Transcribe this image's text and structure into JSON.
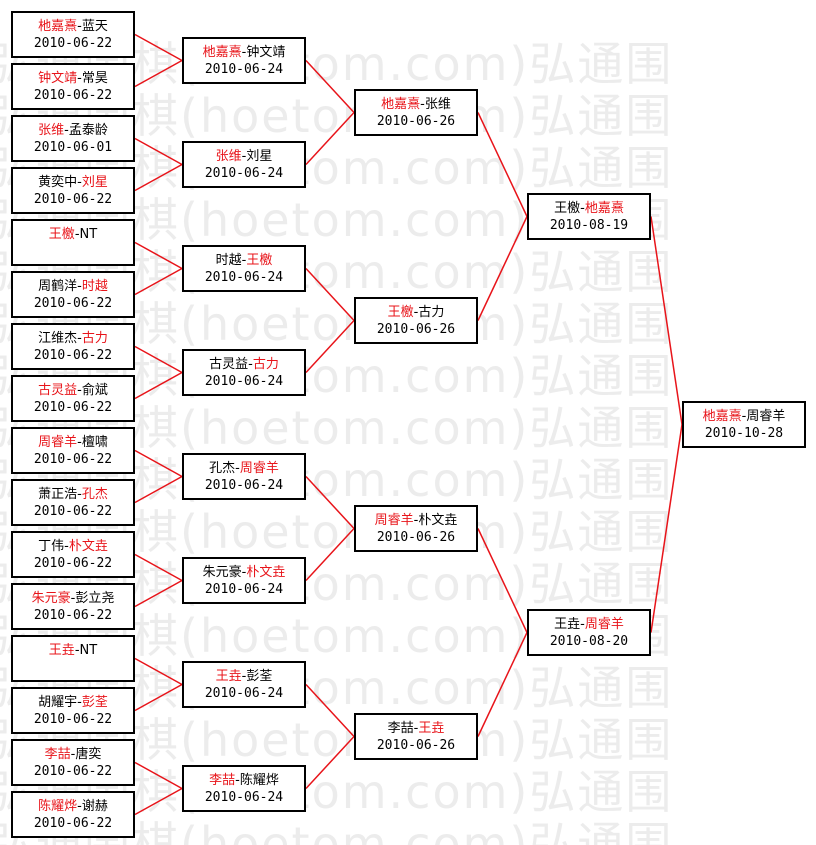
{
  "watermark_text": "弘通围棋(hoetom.com)弘通围",
  "connector_color": "#e8141a",
  "winner_color": "#e8141a",
  "rounds": [
    {
      "matches": [
        {
          "p1": "杝嘉熹",
          "p2": "蓝天",
          "winner": 1,
          "date": "2010-06-22"
        },
        {
          "p1": "钟文靖",
          "p2": "常昊",
          "winner": 1,
          "date": "2010-06-22"
        },
        {
          "p1": "张维",
          "p2": "孟泰龄",
          "winner": 1,
          "date": "2010-06-01"
        },
        {
          "p1": "黄奕中",
          "p2": "刘星",
          "winner": 2,
          "date": "2010-06-22"
        },
        {
          "p1": "王檄",
          "p2": "NT",
          "winner": 1,
          "date": ""
        },
        {
          "p1": "周鹤洋",
          "p2": "时越",
          "winner": 2,
          "date": "2010-06-22"
        },
        {
          "p1": "江维杰",
          "p2": "古力",
          "winner": 2,
          "date": "2010-06-22"
        },
        {
          "p1": "古灵益",
          "p2": "俞斌",
          "winner": 1,
          "date": "2010-06-22"
        },
        {
          "p1": "周睿羊",
          "p2": "檀啸",
          "winner": 1,
          "date": "2010-06-22"
        },
        {
          "p1": "萧正浩",
          "p2": "孔杰",
          "winner": 2,
          "date": "2010-06-22"
        },
        {
          "p1": "丁伟",
          "p2": "朴文垚",
          "winner": 2,
          "date": "2010-06-22"
        },
        {
          "p1": "朱元豪",
          "p2": "彭立尧",
          "winner": 1,
          "date": "2010-06-22"
        },
        {
          "p1": "王垚",
          "p2": "NT",
          "winner": 1,
          "date": ""
        },
        {
          "p1": "胡耀宇",
          "p2": "彭荃",
          "winner": 2,
          "date": "2010-06-22"
        },
        {
          "p1": "李喆",
          "p2": "唐奕",
          "winner": 1,
          "date": "2010-06-22"
        },
        {
          "p1": "陈耀烨",
          "p2": "谢赫",
          "winner": 1,
          "date": "2010-06-22"
        }
      ]
    },
    {
      "matches": [
        {
          "p1": "杝嘉熹",
          "p2": "钟文靖",
          "winner": 1,
          "date": "2010-06-24"
        },
        {
          "p1": "张维",
          "p2": "刘星",
          "winner": 1,
          "date": "2010-06-24"
        },
        {
          "p1": "时越",
          "p2": "王檄",
          "winner": 2,
          "date": "2010-06-24"
        },
        {
          "p1": "古灵益",
          "p2": "古力",
          "winner": 2,
          "date": "2010-06-24"
        },
        {
          "p1": "孔杰",
          "p2": "周睿羊",
          "winner": 2,
          "date": "2010-06-24"
        },
        {
          "p1": "朱元豪",
          "p2": "朴文垚",
          "winner": 2,
          "date": "2010-06-24"
        },
        {
          "p1": "王垚",
          "p2": "彭荃",
          "winner": 1,
          "date": "2010-06-24"
        },
        {
          "p1": "李喆",
          "p2": "陈耀烨",
          "winner": 1,
          "date": "2010-06-24"
        }
      ]
    },
    {
      "matches": [
        {
          "p1": "杝嘉熹",
          "p2": "张维",
          "winner": 1,
          "date": "2010-06-26"
        },
        {
          "p1": "王檄",
          "p2": "古力",
          "winner": 1,
          "date": "2010-06-26"
        },
        {
          "p1": "周睿羊",
          "p2": "朴文垚",
          "winner": 1,
          "date": "2010-06-26"
        },
        {
          "p1": "李喆",
          "p2": "王垚",
          "winner": 2,
          "date": "2010-06-26"
        }
      ]
    },
    {
      "matches": [
        {
          "p1": "王檄",
          "p2": "杝嘉熹",
          "winner": 2,
          "date": "2010-08-19"
        },
        {
          "p1": "王垚",
          "p2": "周睿羊",
          "winner": 2,
          "date": "2010-08-20"
        }
      ]
    },
    {
      "matches": [
        {
          "p1": "杝嘉熹",
          "p2": "周睿羊",
          "winner": 1,
          "date": "2010-10-28"
        }
      ]
    }
  ]
}
